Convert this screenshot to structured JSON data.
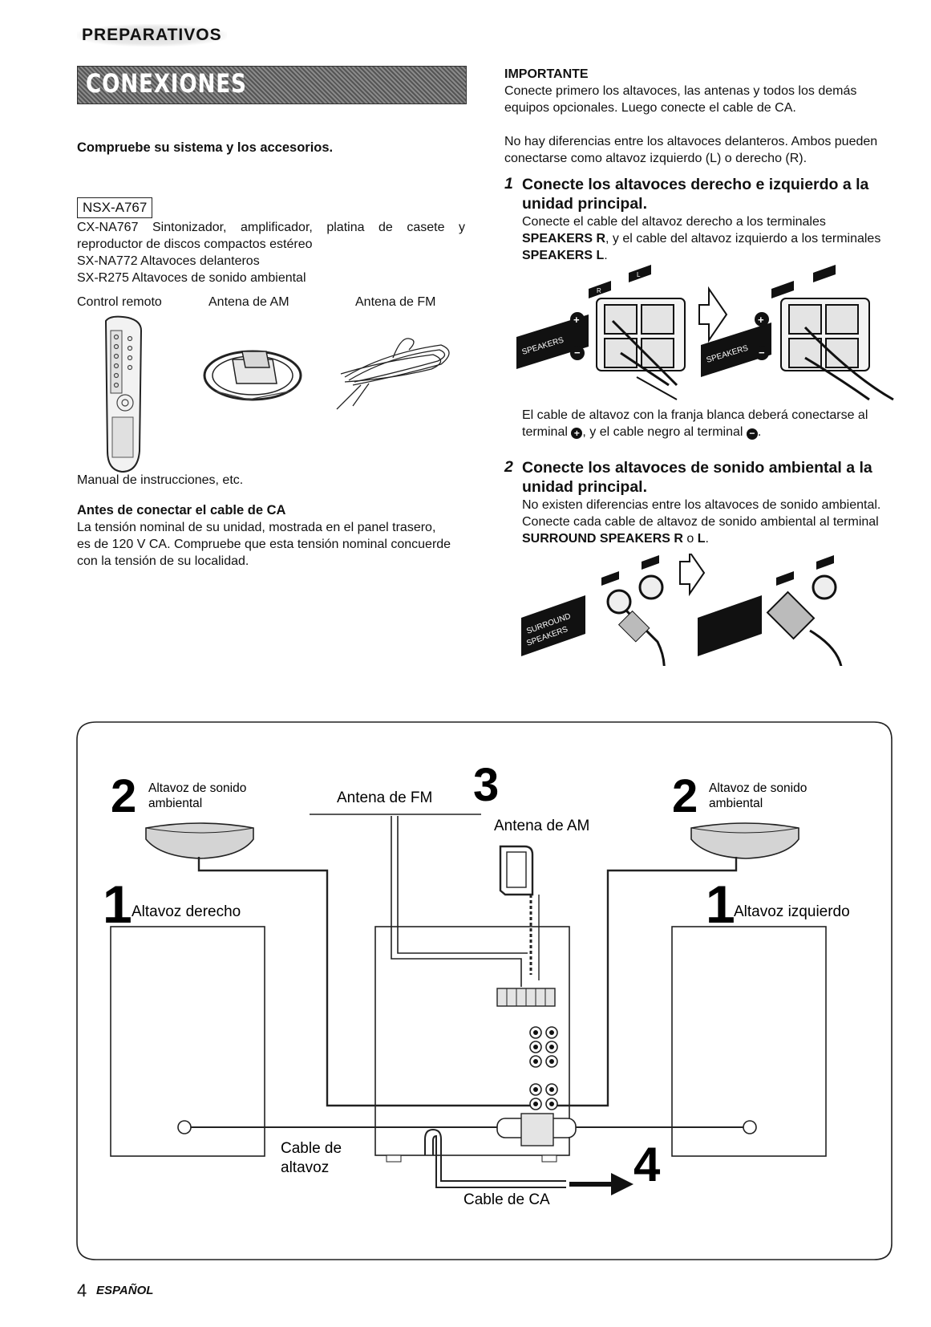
{
  "header": {
    "section": "PREPARATIVOS",
    "title": "CONEXIONES"
  },
  "left": {
    "check_heading": "Compruebe su sistema y los accesorios.",
    "model": "NSX-A767",
    "items": [
      "CX-NA767 Sintonizador, amplificador, platina de casete y",
      "reproductor de discos compactos estéreo",
      "SX-NA772 Altavoces delanteros",
      "SX-R275 Altavoces de sonido ambiental"
    ],
    "accessories": [
      "Control remoto",
      "Antena de AM",
      "Antena de FM"
    ],
    "manual": "Manual de instrucciones, etc.",
    "ac_heading": "Antes de conectar el cable de CA",
    "ac_text": [
      "La tensión nominal de su unidad, mostrada en el panel trasero,",
      "es de 120 V CA. Compruebe que esta tensión nominal concuerde",
      "con la tensión de su localidad."
    ]
  },
  "right": {
    "important_heading": "IMPORTANTE",
    "important_text": [
      "Conecte primero los altavoces, las antenas y todos los demás",
      "equipos opcionales. Luego conecte el cable de CA."
    ],
    "no_diff_text": [
      "No hay diferencias entre los altavoces delanteros. Ambos pueden",
      "conectarse como altavoz izquierdo (L) o derecho (R)."
    ],
    "step1_num": "1",
    "step1_title": [
      "Conecte los altavoces derecho e izquierdo a la",
      "unidad principal."
    ],
    "step1_text_a": "Conecte el cable del altavoz derecho a los terminales",
    "step1_text_b1": "SPEAKERS R",
    "step1_text_b2": ", y el cable del altavoz izquierdo a los terminales",
    "step1_text_c": "SPEAKERS L",
    "step1_text_c2": ".",
    "stripe_text_a": "El cable de altavoz con la franja blanca deberá conectarse al",
    "stripe_text_b1": "terminal ",
    "stripe_text_b2": ", y el cable negro al terminal ",
    "stripe_text_b3": ".",
    "step2_num": "2",
    "step2_title": [
      "Conecte los altavoces de sonido ambiental a la",
      "unidad principal."
    ],
    "step2_text": [
      "No existen diferencias entre los altavoces de sonido ambiental.",
      "Conecte cada cable de altavoz de sonido ambiental al terminal"
    ],
    "step2_text_b1": "SURROUND SPEAKERS R",
    "step2_text_b2": " o ",
    "step2_text_b3": "L",
    "step2_text_b4": "."
  },
  "illustrations": {
    "speakers_label": "SPEAKERS",
    "surround_label": "SURROUND",
    "speakers_small": "SPEAKERS",
    "r": "R",
    "l": "L"
  },
  "diagram": {
    "step2_number": "2",
    "surround_speaker_left": [
      "Altavoz de sonido",
      "ambiental"
    ],
    "surround_speaker_right": [
      "Altavoz de sonido",
      "ambiental"
    ],
    "fm_antenna": "Antena de FM",
    "am_antenna": "Antena de AM",
    "step3_number": "3",
    "step1_number": "1",
    "front_right": "Altavoz derecho",
    "front_left": "Altavoz izquierdo",
    "speaker_cable": [
      "Cable de",
      "altavoz"
    ],
    "ac_cable": "Cable de CA",
    "step4_number": "4"
  },
  "footer": {
    "page_number": "4",
    "language": "ESPAÑOL"
  }
}
